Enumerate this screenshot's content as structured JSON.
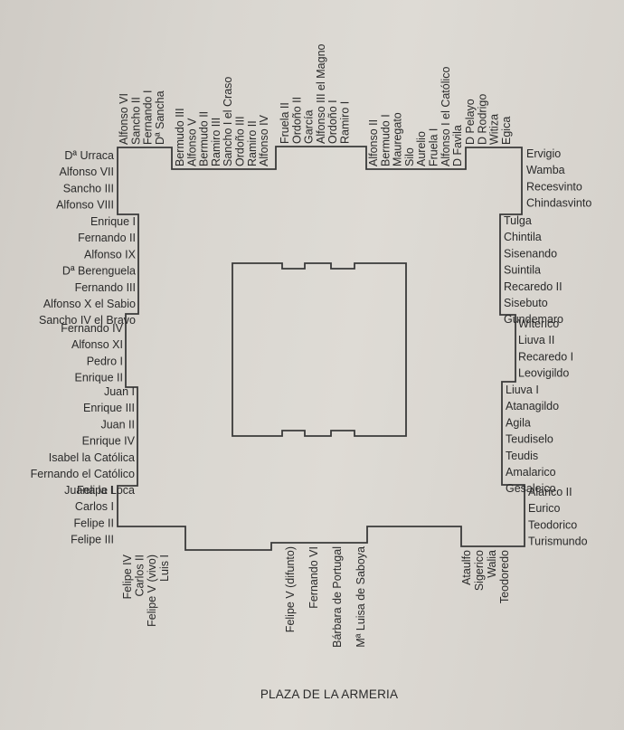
{
  "caption": "PLAZA DE LA ARMERIA",
  "north_facade": {
    "left_group": [
      "Alfonso VI",
      "Sancho II",
      "Fernando I",
      "Dª Sancha"
    ],
    "recess_left": [
      "Bermudo III",
      "Alfonso V",
      "Bermudo II",
      "Ramiro III",
      "Sancho I el Craso",
      "Ordoño III",
      "Ramiro II",
      "Alfonso IV"
    ],
    "center_group": [
      "Fruela II",
      "Ordoño II",
      "García",
      "Alfonso III el Magno",
      "Ordoño I",
      "Ramiro I"
    ],
    "recess_right": [
      "Alfonso II",
      "Bermudo I",
      "Mauregato",
      "Silo",
      "Aurelio",
      "Fruela I",
      "Alfonso I el Católico",
      "D Favila"
    ],
    "right_group": [
      "D Pelayo",
      "D Rodrigo",
      "Witiza",
      "Egica"
    ]
  },
  "west_facade": [
    "Dª Urraca",
    "Alfonso VII",
    "Sancho III",
    "Alfonso VIII",
    "Enrique I",
    "Fernando II",
    "Alfonso IX",
    "Dª Berenguela",
    "Fernando III",
    "Alfonso X el Sabio",
    "Sancho IV el Bravo",
    "Fernando IV",
    "Alfonso XI",
    "Pedro I",
    "Enrique II",
    "Juan I",
    "Enrique III",
    "Juan II",
    "Enrique IV",
    "Isabel la Católica",
    "Fernando el Católico",
    "Juana la Loca",
    "Felipe I",
    "Carlos I",
    "Felipe II",
    "Felipe III"
  ],
  "east_facade": [
    "Ervigio",
    "Wamba",
    "Recesvinto",
    "Chindasvinto",
    "Tulga",
    "Chintila",
    "Sisenando",
    "Suintila",
    "Recaredo II",
    "Sisebuto",
    "Gundemaro",
    "Witerico",
    "Liuva II",
    "Recaredo I",
    "Leovigildo",
    "Liuva I",
    "Atanagildo",
    "Agila",
    "Teudiselo",
    "Teudis",
    "Amalarico",
    "Gesaleico",
    "Alarico II",
    "Eurico",
    "Teodorico",
    "Turismundo"
  ],
  "south_facade": {
    "left_group": [
      "Felipe IV",
      "Carlos II",
      "Felipe V (vivo)",
      "Luis I"
    ],
    "center_group": [
      "Felipe V (difunto)",
      "Fernando VI",
      "Bárbara de Portugal",
      "Mª Luisa de Saboya"
    ],
    "right_group": [
      "Ataulfo",
      "Sigerico",
      "Walia",
      "Teodoredo"
    ]
  }
}
